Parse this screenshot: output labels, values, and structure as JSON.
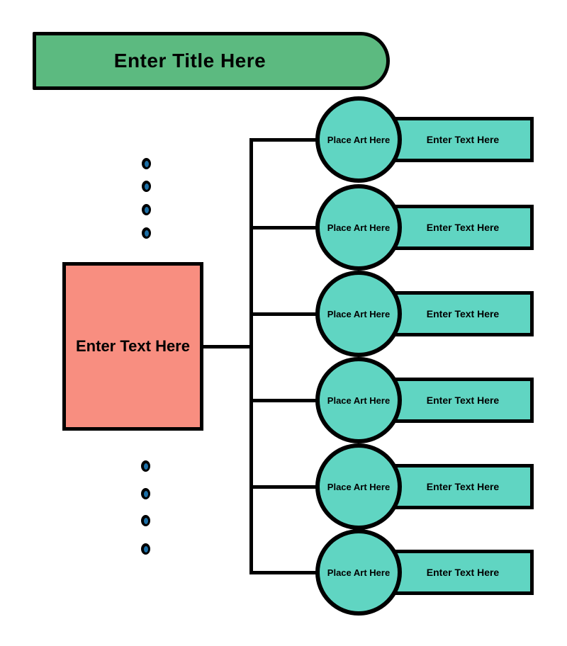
{
  "title": {
    "label": "Enter Title Here"
  },
  "center_box": {
    "label": "Enter Text Here"
  },
  "rows": [
    {
      "art_label": "Place Art Here",
      "text_label": "Enter Text Here"
    },
    {
      "art_label": "Place Art Here",
      "text_label": "Enter Text Here"
    },
    {
      "art_label": "Place Art Here",
      "text_label": "Enter Text Here"
    },
    {
      "art_label": "Place Art Here",
      "text_label": "Enter Text Here"
    },
    {
      "art_label": "Place Art Here",
      "text_label": "Enter Text Here"
    },
    {
      "art_label": "Place Art Here",
      "text_label": "Enter Text Here"
    }
  ],
  "dots": {
    "top_count": 4,
    "bottom_count": 4
  },
  "colors": {
    "title_fill": "#5CBA80",
    "center_fill": "#F88E80",
    "node_fill": "#60D5C2",
    "outline": "#000000",
    "dot_center": "#1C6FA6"
  }
}
